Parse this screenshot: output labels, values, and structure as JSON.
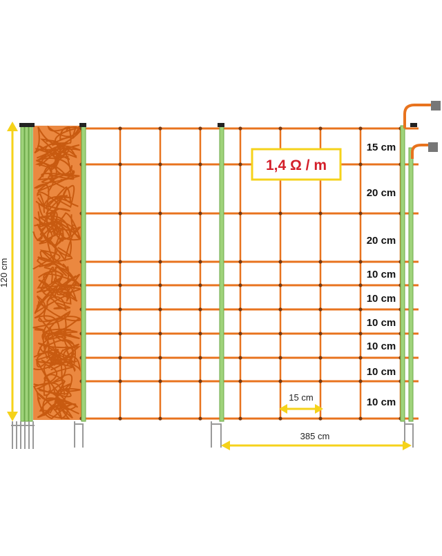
{
  "rating_label": "1,4 Ω / m",
  "height_label": "120 cm",
  "mesh_width_label": "15 cm",
  "post_spacing_label": "385 cm",
  "row_spacings": [
    "15 cm",
    "20 cm",
    "20 cm",
    "10 cm",
    "10 cm",
    "10 cm",
    "10 cm",
    "10 cm",
    "10 cm"
  ],
  "colors": {
    "net_orange": "#e8731e",
    "post_green": "#9fd37a",
    "arrow_yellow": "#f5d21a",
    "rating_red": "#d31f2a",
    "box_border": "#f5d21a"
  }
}
